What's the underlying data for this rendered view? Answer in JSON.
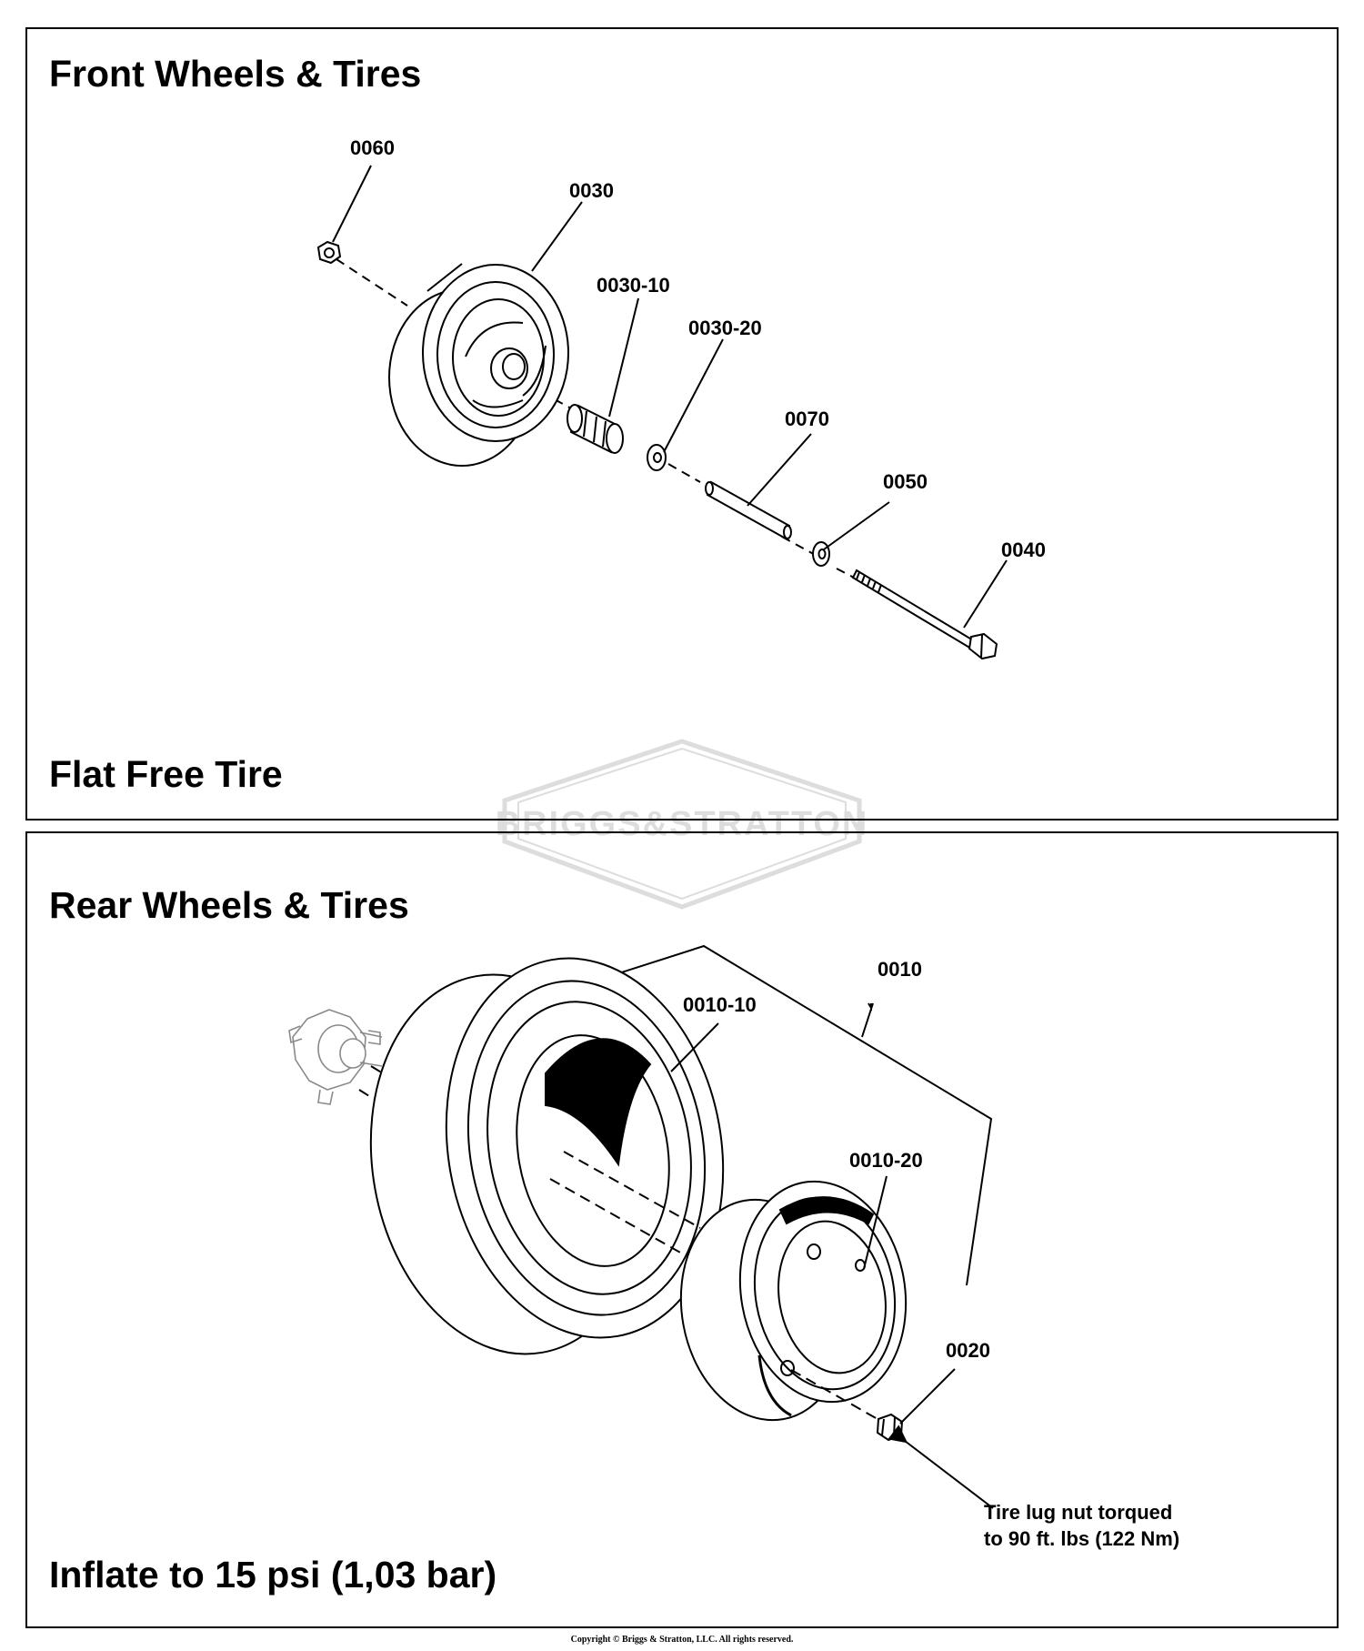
{
  "front": {
    "title": "Front Wheels & Tires",
    "note": "Flat Free Tire",
    "callouts": [
      "0060",
      "0030",
      "0030-10",
      "0030-20",
      "0070",
      "0050",
      "0040"
    ]
  },
  "rear": {
    "title": "Rear Wheels & Tires",
    "note": "Inflate to 15 psi (1,03 bar)",
    "callouts": [
      "0010",
      "0010-10",
      "0010-20",
      "0020"
    ],
    "torque_note": [
      "Tire lug nut torqued",
      "to 90 ft. lbs (122 Nm)"
    ]
  },
  "watermark": "BRIGGS&STRATTON",
  "footer": "Copyright © Briggs & Stratton, LLC. All rights reserved."
}
